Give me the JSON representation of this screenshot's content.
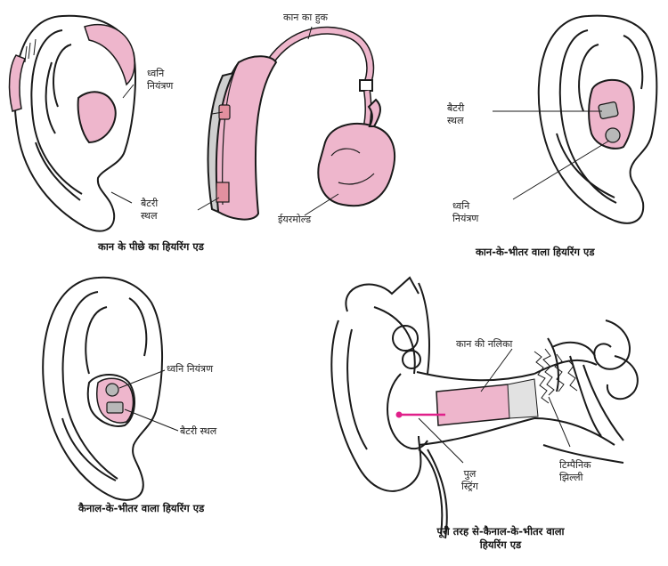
{
  "labels": {
    "bte_volume_1": "ध्वनि",
    "bte_volume_2": "नियंत्रण",
    "ear_hook": "कान का हुक",
    "bte_battery_1": "बैटरी",
    "bte_battery_2": "स्थल",
    "earmold": "ईयरमोल्ड",
    "ite_battery_1": "बैटरी",
    "ite_battery_2": "स्थल",
    "ite_volume_1": "ध्वनि",
    "ite_volume_2": "नियंत्रण",
    "itc_volume": "ध्वनि नियंत्रण",
    "itc_battery": "बैटरी स्थल",
    "ear_canal": "कान की नलिका",
    "pull_string_1": "पुल",
    "pull_string_2": "स्ट्रिंग",
    "eardrum_1": "टिम्पैनिक",
    "eardrum_2": "झिल्ली"
  },
  "captions": {
    "bte": "कान के पीछे का हियरिंग एड",
    "ite": "कान-के-भीतर वाला हियरिंग एड",
    "itc": "कैनाल-के-भीतर वाला हियरिंग एड",
    "cic_1": "पूरी तरह से-कैनाल-के-भीतर वाला",
    "cic_2": "हियरिंग एड"
  },
  "colors": {
    "pink": "#eeb6cc",
    "pink_dark": "#e2909f",
    "magenta": "#e0208a",
    "line": "#1a1a1a",
    "grey": "#cfcfcf"
  }
}
